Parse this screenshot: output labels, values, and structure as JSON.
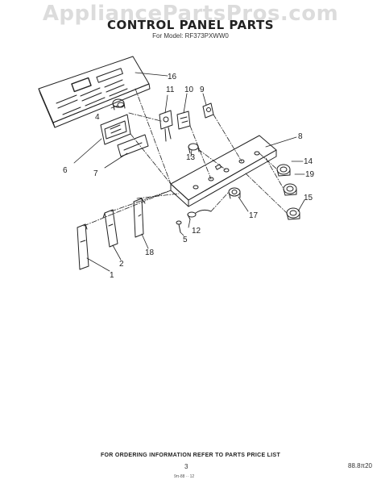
{
  "watermark": "AppliancePartsPros.com",
  "title": "CONTROL PANEL PARTS",
  "subtitle": "For Model: RF373PXWW0",
  "callouts": [
    "1",
    "2",
    "4",
    "5",
    "6",
    "7",
    "8",
    "9",
    "10",
    "11",
    "12",
    "13",
    "14",
    "15",
    "16",
    "17",
    "18",
    "19"
  ],
  "footer": {
    "ordering_note": "FOR ORDERING INFORMATION REFER TO PARTS PRICE LIST",
    "page_number": "3",
    "doc_code": "88.8π20",
    "print_mark": "9π-88  ··  12"
  }
}
